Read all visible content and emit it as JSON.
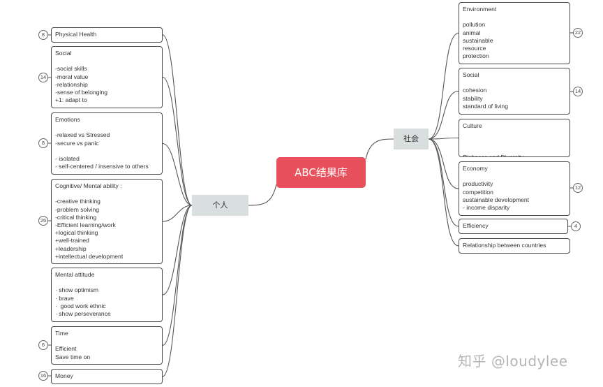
{
  "root": {
    "label": "ABC结果库"
  },
  "left_branch": {
    "label": "个人",
    "nodes": [
      {
        "title": "Physical Health",
        "count": "8",
        "lines": []
      },
      {
        "title": "Social",
        "count": "14",
        "lines": [
          "-social skills",
          "-moral value",
          "-relationship",
          "-sense of belonging",
          "+1: adapt to"
        ]
      },
      {
        "title": "Emotions",
        "count": "8",
        "lines": [
          "-relaxed vs Stressed",
          "-secure vs panic",
          "",
          "- isolated",
          "- self-centered / insensive to others"
        ]
      },
      {
        "title": "Cognitive/ Mental ability :",
        "count": "26",
        "lines": [
          "-creative thinking",
          "-problem solving",
          "-critical thinking",
          "-Efficient learning/work",
          "+logical thinking",
          "+well-trained",
          "+leadership",
          "+intellectual development"
        ]
      },
      {
        "title": "Mental attitude",
        "count": "",
        "lines": [
          "· show optimism",
          "· brave",
          "·  good work ethnic",
          "· show perseverance"
        ]
      },
      {
        "title": "Time",
        "count": "6",
        "lines": [
          "Efficient",
          "Save time on"
        ]
      },
      {
        "title": "Money",
        "count": "16",
        "lines": []
      }
    ]
  },
  "right_branch": {
    "label": "社会",
    "nodes": [
      {
        "title": "Environment",
        "count": "22",
        "lines": [
          "pollution",
          "animal",
          "sustainable",
          "resource",
          "protection"
        ]
      },
      {
        "title": "Social",
        "count": "14",
        "lines": [
          "cohesion",
          "stability",
          "standard of living"
        ]
      },
      {
        "title": "Culture",
        "count": "",
        "lines": [
          "",
          "",
          "Richness and Diversity"
        ]
      },
      {
        "title": "Economy",
        "count": "12",
        "lines": [
          "productivity",
          "competition",
          "sustainable development",
          "- income disparity"
        ]
      },
      {
        "title": "Efficiency",
        "count": "4",
        "lines": []
      },
      {
        "title": "Relationship between countries",
        "count": "",
        "lines": []
      }
    ]
  },
  "watermark": "知乎 @loudylee",
  "colors": {
    "root": "#e8505b",
    "branch": "#d9dedf",
    "line": "#555555"
  }
}
